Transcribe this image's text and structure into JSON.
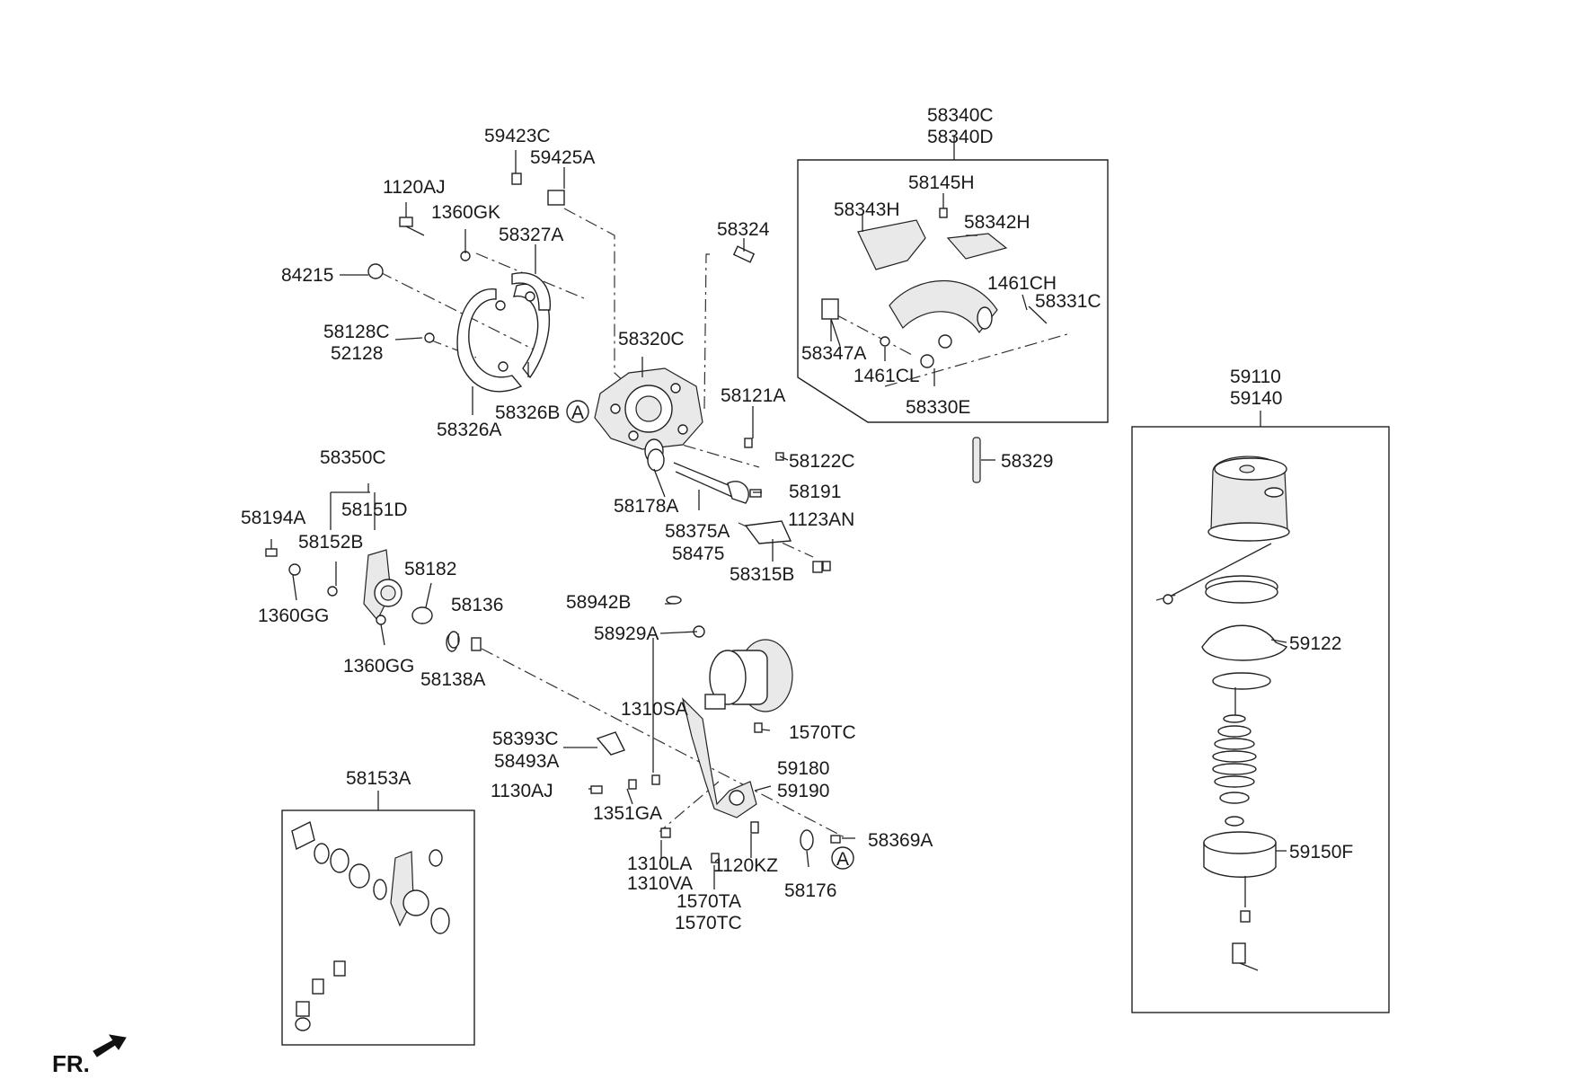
{
  "orientation_label": "FR.",
  "reference_marker": "A",
  "labels": {
    "l59423C": "59423C",
    "l59425A": "59425A",
    "l1120AJ": "1120AJ",
    "l1360GK": "1360GK",
    "l58327A": "58327A",
    "l84215": "84215",
    "l58128C": "58128C",
    "l52128": "52128",
    "l58320C": "58320C",
    "l58326B": "58326B",
    "l58326A": "58326A",
    "l58324": "58324",
    "l58121A": "58121A",
    "l58122C": "58122C",
    "l58178A": "58178A",
    "l58191": "58191",
    "l58375A": "58375A",
    "l58475": "58475",
    "l1123AN": "1123AN",
    "l58315B": "58315B",
    "l58350C": "58350C",
    "l58151D": "58151D",
    "l58194A": "58194A",
    "l58152B": "58152B",
    "l58182": "58182",
    "l1360GG_a": "1360GG",
    "l1360GG_b": "1360GG",
    "l58136": "58136",
    "l58138A": "58138A",
    "l58942B": "58942B",
    "l58929A": "58929A",
    "l1310SA": "1310SA",
    "l1570TC_a": "1570TC",
    "l58393C": "58393C",
    "l58493A": "58493A",
    "l59180": "59180",
    "l59190": "59190",
    "l1130AJ": "1130AJ",
    "l1351GA": "1351GA",
    "l58369A": "58369A",
    "l1310LA": "1310LA",
    "l1310VA": "1310VA",
    "l1120KZ": "1120KZ",
    "l1570TA": "1570TA",
    "l1570TC_b": "1570TC",
    "l58176": "58176",
    "l58153A": "58153A",
    "l58340C": "58340C",
    "l58340D": "58340D",
    "l58145H": "58145H",
    "l58343H": "58343H",
    "l58342H": "58342H",
    "l1461CH": "1461CH",
    "l58331C": "58331C",
    "l58347A": "58347A",
    "l1461CL": "1461CL",
    "l58330E": "58330E",
    "l58329": "58329",
    "l59110": "59110",
    "l59140": "59140",
    "l59122": "59122",
    "l59150F": "59150F"
  }
}
